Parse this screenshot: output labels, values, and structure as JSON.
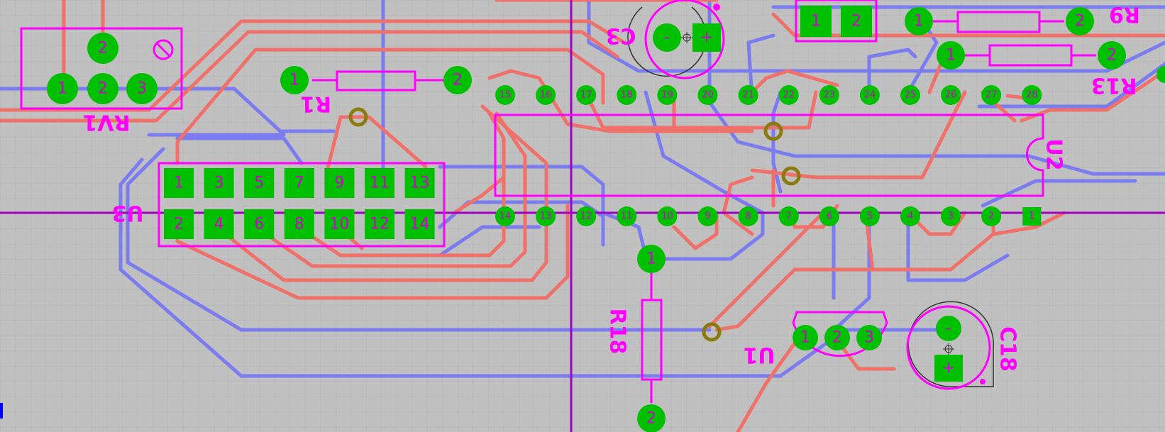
{
  "components": {
    "rv1": {
      "label": "RV1",
      "pins": [
        "2",
        "1",
        "2",
        "3"
      ]
    },
    "r1": {
      "label": "R1",
      "pins": [
        "1",
        "2"
      ]
    },
    "c3": {
      "label": "C3",
      "pins": [
        "-",
        "+"
      ]
    },
    "top_connector": {
      "pins": [
        "1",
        "2"
      ]
    },
    "r9": {
      "label": "R9",
      "pins": [
        "1",
        "2"
      ]
    },
    "r13": {
      "label": "R13",
      "pins": [
        "1",
        "2"
      ]
    },
    "u3": {
      "label": "U3",
      "top_row": [
        "1",
        "3",
        "5",
        "7",
        "9",
        "11",
        "13"
      ],
      "bottom_row": [
        "2",
        "4",
        "6",
        "8",
        "10",
        "12",
        "14"
      ]
    },
    "u2": {
      "label": "U2",
      "top_row": [
        "15",
        "16",
        "17",
        "18",
        "19",
        "20",
        "21",
        "22",
        "23",
        "24",
        "25",
        "26",
        "27",
        "28"
      ],
      "bottom_row": [
        "14",
        "13",
        "12",
        "11",
        "10",
        "9",
        "8",
        "7",
        "6",
        "5",
        "4",
        "3",
        "2",
        "1"
      ]
    },
    "r18": {
      "label": "R18",
      "pins": [
        "1",
        "2"
      ]
    },
    "u1": {
      "label": "U1",
      "pins": [
        "1",
        "2",
        "3"
      ]
    },
    "c18": {
      "label": "C18",
      "pins": [
        "-",
        "+"
      ]
    }
  },
  "colors": {
    "background": "#c0c0c0",
    "grid": "#b4b4b4",
    "top_copper": "#f0706a",
    "bottom_copper": "#7a7cf0",
    "pad": "#00c000",
    "silkscreen": "#ff00ff",
    "via": "#8a7a10",
    "crosshair": "#a000c0"
  }
}
